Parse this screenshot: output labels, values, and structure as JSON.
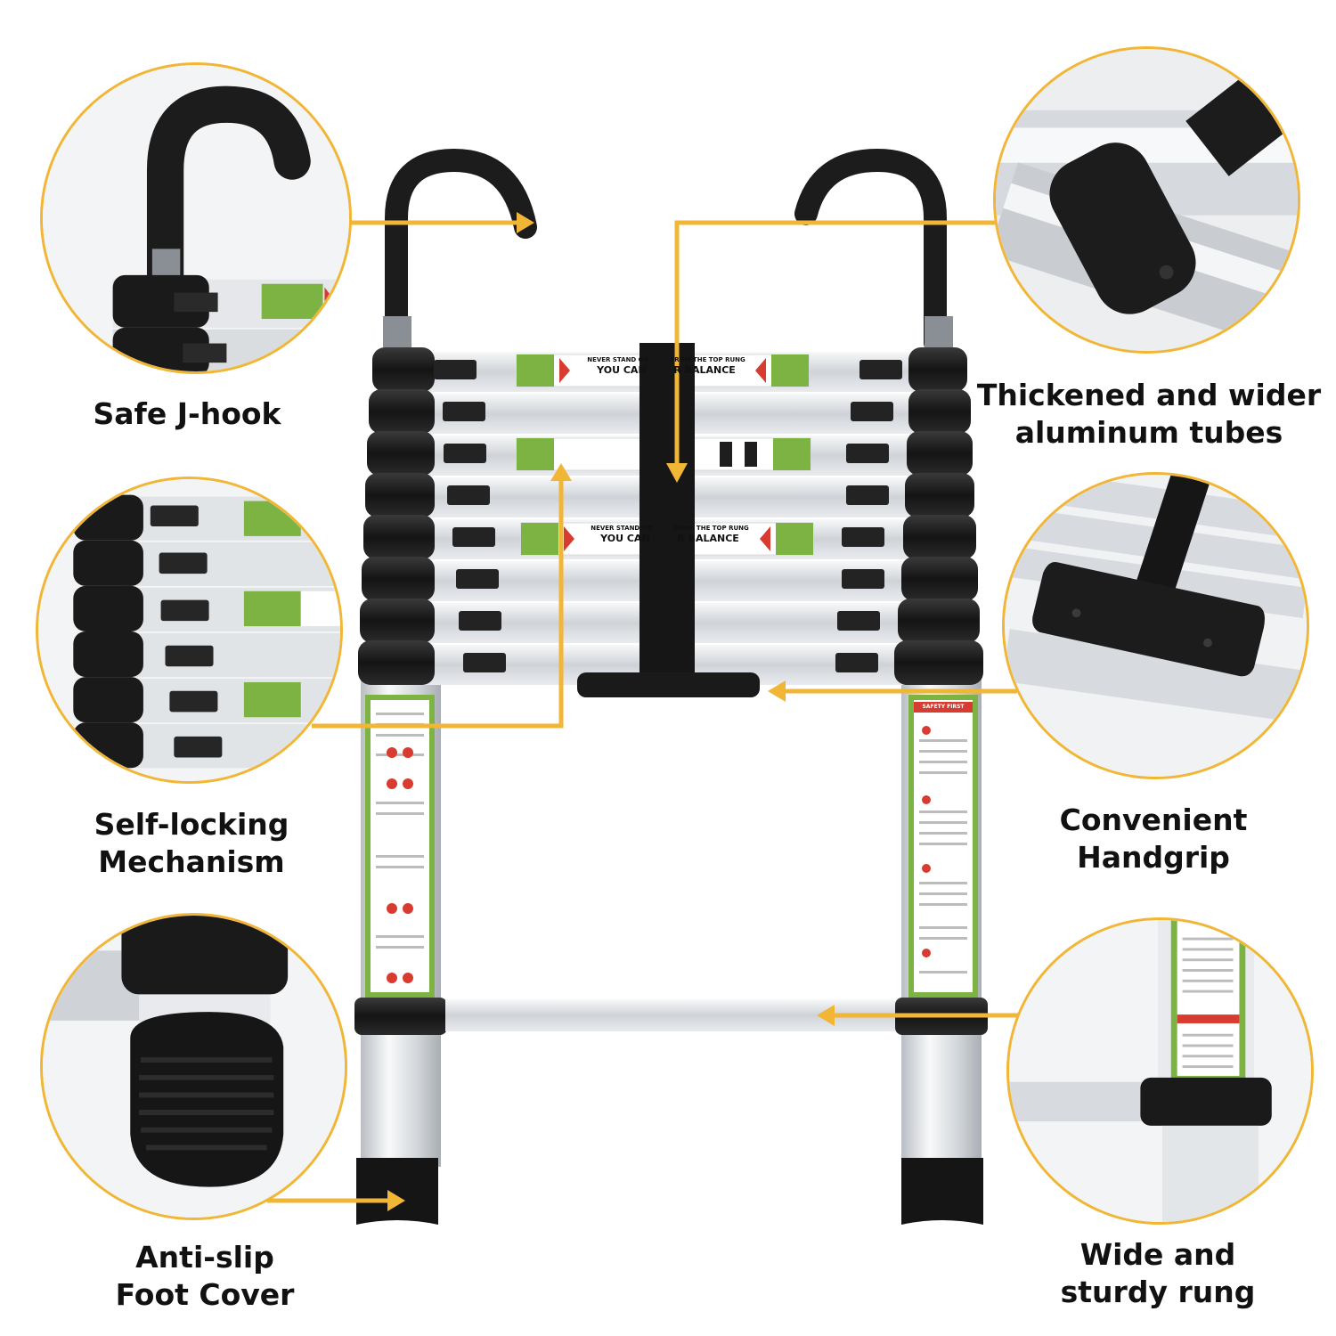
{
  "colors": {
    "accent": "#f2b636",
    "tube_black": "#1f1f1f",
    "aluminum": "#dcdfe3",
    "sticker_green": "#7cb342",
    "sticker_red": "#d83b2f"
  },
  "labels": {
    "j_hook": [
      "Safe J-hook"
    ],
    "tubes": [
      "Thickened and wider",
      "aluminum tubes"
    ],
    "self_locking": [
      "Self-locking",
      "Mechanism"
    ],
    "handgrip": [
      "Convenient",
      "Handgrip"
    ],
    "foot_cover": [
      "Anti-slip",
      "Foot Cover"
    ],
    "rung": [
      "Wide and",
      "sturdy rung"
    ]
  },
  "stickers": {
    "warning_line1": "NEVER STAND OR",
    "warning_line1b": "FROM THE TOP RUNG",
    "warning_line2a": "YOU CAN",
    "warning_line2b": "R BALANCE",
    "safety_title": "SAFETY FIRST"
  }
}
